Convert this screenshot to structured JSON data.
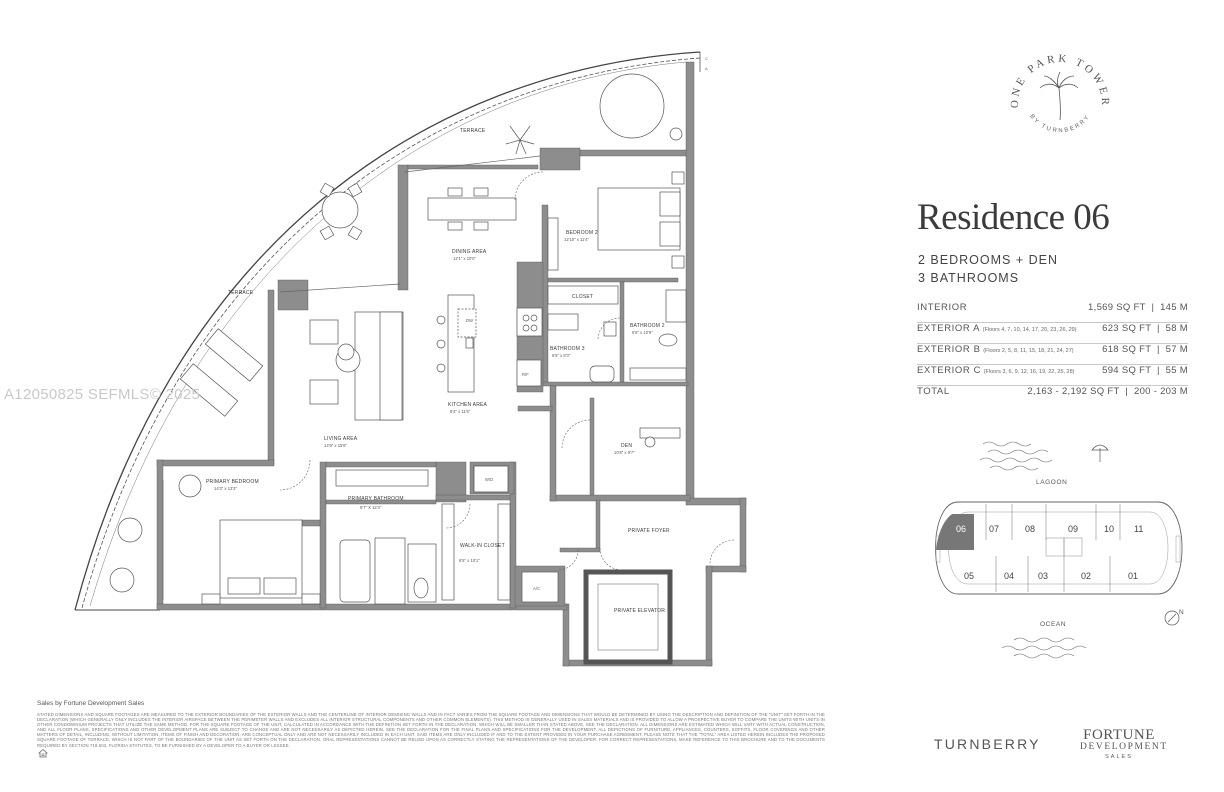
{
  "watermark": "A12050825  SEFMLS© 2025",
  "plan": {
    "rooms": [
      {
        "id": "terrace-top",
        "label": "TERRACE",
        "dims": ""
      },
      {
        "id": "terrace-left",
        "label": "TERRACE",
        "dims": ""
      },
      {
        "id": "dining",
        "label": "DINING AREA",
        "dims": "12'1\" x 10'0\""
      },
      {
        "id": "bedroom2",
        "label": "BEDROOM 2",
        "dims": "12'10\" x 11'4\""
      },
      {
        "id": "closet",
        "label": "CLOSET",
        "dims": ""
      },
      {
        "id": "bathroom2",
        "label": "BATHROOM 2",
        "dims": "5'8\" x 10'9\""
      },
      {
        "id": "bathroom3",
        "label": "BATHROOM 3",
        "dims": "6'5\" x 8'3\""
      },
      {
        "id": "kitchen",
        "label": "KITCHEN AREA",
        "dims": "8'4\" x 11'6\""
      },
      {
        "id": "living",
        "label": "LIVING AREA",
        "dims": "14'9\" x 15'6\""
      },
      {
        "id": "den",
        "label": "DEN",
        "dims": "10'8\" x 9'7\""
      },
      {
        "id": "primary-bedroom",
        "label": "PRIMARY BEDROOM",
        "dims": "14'3\" x 13'3\""
      },
      {
        "id": "primary-bathroom",
        "label": "PRIMARY BATHROOM",
        "dims": "9'7\" X 12'4\""
      },
      {
        "id": "walkin",
        "label": "WALK-IN CLOSET",
        "dims": "6'5\" x 10'1\""
      },
      {
        "id": "private-foyer",
        "label": "PRIVATE FOYER",
        "dims": ""
      },
      {
        "id": "private-elevator",
        "label": "PRIVATE ELEVATOR",
        "dims": ""
      }
    ],
    "fixtures": {
      "dw": "DW",
      "wd": "W/D",
      "rf": "R/F",
      "ac": "A/C"
    }
  },
  "logo": {
    "arc_text": "ONE PARK TOWER",
    "sub_text": "BY TURNBERRY"
  },
  "residence": {
    "title": "Residence 06",
    "bedrooms": "2 BEDROOMS + DEN",
    "bathrooms": "3 BATHROOMS"
  },
  "specs": [
    {
      "label": "INTERIOR",
      "floors": "",
      "sqft": "1,569 SQ FT",
      "sqm": "145 M"
    },
    {
      "label": "EXTERIOR A",
      "floors": "(Floors 4, 7, 10, 14, 17, 20, 23, 26, 29)",
      "sqft": "623 SQ FT",
      "sqm": "58 M"
    },
    {
      "label": "EXTERIOR B",
      "floors": "(Floors 2, 5, 8, 11, 15, 18, 21, 24, 27)",
      "sqft": "618 SQ FT",
      "sqm": "57 M"
    },
    {
      "label": "EXTERIOR C",
      "floors": "(Floors 3, 6, 9, 12, 16, 19, 22, 25, 28)",
      "sqft": "594 SQ FT",
      "sqm": "55 M"
    },
    {
      "label": "TOTAL",
      "floors": "",
      "sqft": "2,163 - 2,192 SQ FT",
      "sqm": "200 - 203 M"
    }
  ],
  "keyplan": {
    "top_units": [
      "06",
      "07",
      "08",
      "09",
      "10",
      "11"
    ],
    "bottom_units": [
      "05",
      "04",
      "03",
      "02",
      "01"
    ],
    "lagoon": "LAGOON",
    "ocean": "OCEAN",
    "north": "N"
  },
  "footer": {
    "sales": "Sales by Fortune Development Sales",
    "disclaimer": "STATED DIMENSIONS AND SQUARE FOOTAGES ARE MEASURED TO THE EXTERIOR BOUNDARIES OF THE EXTERIOR WALLS AND THE CENTERLINE OF INTERIOR DEMISING WALLS AND IN FACT VARIES FROM THE SQUARE FOOTAGE AND DIMENSIONS THAT WOULD BE DETERMINED BY USING THE DESCRIPTION AND DEFINITION OF THE \"UNIT\" SET FORTH IN THE DECLARATION (WHICH GENERALLY ONLY INCLUDES THE INTERIOR AIRSPACE BETWEEN THE PERIMETER WALLS AND EXCLUDES ALL INTERIOR STRUCTURAL COMPONENTS AND OTHER COMMON ELEMENTS). THIS METHOD IS GENERALLY USED IN SALES MATERIALS AND IS PROVIDED TO ALLOW A PROSPECTIVE BUYER TO COMPARE THE UNITS WITH UNITS IN OTHER CONDOMINIUM PROJECTS THAT UTILIZE THE SAME METHOD. FOR THE SQUARE FOOTAGE OF THE UNIT, CALCULATED IN ACCORDANCE WITH THE DEFINITION SET FORTH IN THE DECLARATION, WHICH WILL BE SMALLER THAN STATED ABOVE, SEE THE DECLARATION. ALL DIMENSIONS ARE ESTIMATED WHICH WILL VARY WITH ACTUAL CONSTRUCTION, AND ALL FLOOR PLANS, SPECIFICATIONS AND OTHER DEVELOPMENT PLANS ARE SUBJECT TO CHANGE AND ARE NOT NECESSARILY AS DEPICTED HEREIN. SEE THE DECLARATION FOR THE FINAL PLANS AND SPECIFICATIONS FOR THE DEVELOPMENT. ALL DEPICTIONS OF FURNITURE, APPLIANCES, COUNTERS, SOFFITS, FLOOR COVERINGS AND OTHER MATTERS OF DETAIL, INCLUDING, WITHOUT LIMITATION, ITEMS OF FINISH AND DECORATION, ARE CONCEPTUAL ONLY AND ARE NOT NECESSARILY INCLUDED IN EACH UNIT. SAID ITEMS ARE ONLY INCLUDED IF AND TO THE EXTENT PROVIDED IN YOUR PURCHASE AGREEMENT. PLEASE NOTE THAT THE \"TOTAL\" AREA LISTED HEREIN INCLUDES THE PROPOSED SQUARE FOOTAGE OF TERRACE, WHICH IS NOT PART OF THE BOUNDARIES OF THE UNIT AS SET FORTH ON THE DECLARATION. ORAL REPRESENTATIONS CANNOT BE RELIED UPON AS CORRECTLY STATING THE REPRESENTATIONS OF THE DEVELOPER. FOR CORRECT REPRESENTATIONS, MAKE REFERENCE TO THIS BROCHURE AND TO THE DOCUMENTS REQUIRED BY SECTION 718.503, FLORIDA STATUTES, TO BE FURNISHED BY A DEVELOPER TO A BUYER OR LESSEE.",
    "turnberry": "TURNBERRY",
    "fortune_1": "FORTUNE",
    "fortune_2": "DEVELOPMENT",
    "fortune_3": "SALES"
  },
  "colors": {
    "wall": "#8a8a8a",
    "wall_stroke": "#555555",
    "text": "#3d3d3d"
  }
}
